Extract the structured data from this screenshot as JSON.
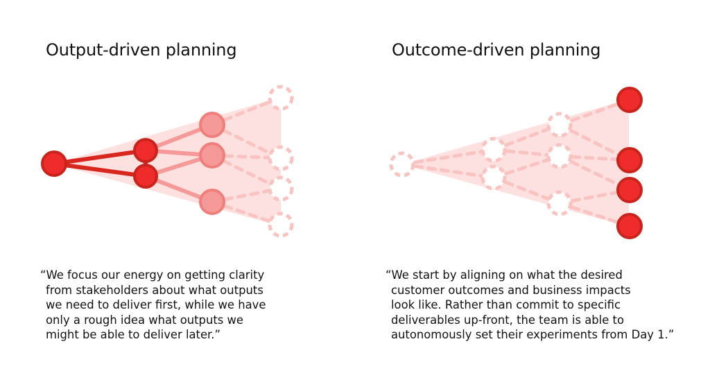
{
  "colors": {
    "solid_red": "#f02b2b",
    "solid_red_stroke": "#c8241c",
    "light_node": "#f59a98",
    "light_node_stroke": "#f07e7a",
    "faded_dash": "#f8c3c1",
    "cone_fill": "#fde1e1",
    "text": "#111111"
  },
  "left_panel": {
    "title": "Output-driven planning",
    "quote_lines": [
      "“We focus our energy on getting clarity",
      "from stakeholders about what outputs",
      "we need to deliver first, while we have",
      "only a rough idea what outputs we",
      "might be able to deliver later.”"
    ]
  },
  "right_panel": {
    "title": "Outcome-driven planning",
    "quote_lines": [
      "“We start by aligning on what the desired",
      "customer outcomes and business impacts",
      "look like. Rather than commit to specific",
      "deliverables up-front, the team is able to",
      "autonomously set their experiments from Day 1.”"
    ]
  }
}
